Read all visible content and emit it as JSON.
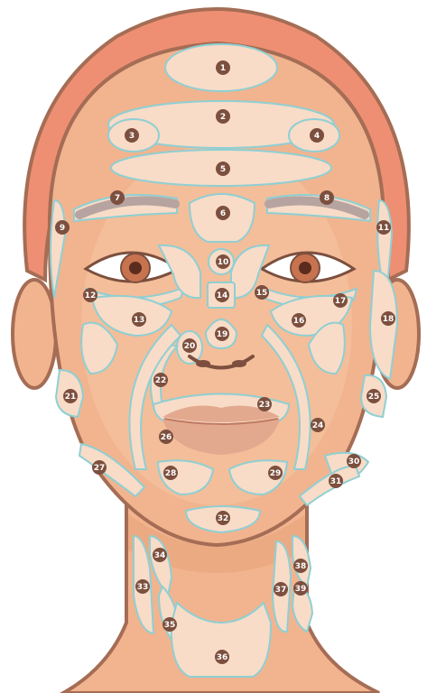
{
  "colors": {
    "skin": "#f1b48f",
    "skin_light": "#f6c9a6",
    "hair": "#ee8f73",
    "outline": "#a56d55",
    "zone_fill": "#f8dcc8",
    "zone_stroke": "#8fcfd3",
    "label_dot": "#7c4f3e",
    "iris": "#c8734f",
    "brow": "#b7a4a0",
    "lip": "#e3a98f"
  },
  "zones": [
    {
      "id": "zone-1",
      "label": "1"
    },
    {
      "id": "zone-2",
      "label": "2"
    },
    {
      "id": "zone-3",
      "label": "3"
    },
    {
      "id": "zone-4",
      "label": "4"
    },
    {
      "id": "zone-5",
      "label": "5"
    },
    {
      "id": "zone-6",
      "label": "6"
    },
    {
      "id": "zone-7",
      "label": "7"
    },
    {
      "id": "zone-8",
      "label": "8"
    },
    {
      "id": "zone-9",
      "label": "9"
    },
    {
      "id": "zone-10",
      "label": "10"
    },
    {
      "id": "zone-11",
      "label": "11"
    },
    {
      "id": "zone-12",
      "label": "12"
    },
    {
      "id": "zone-13",
      "label": "13"
    },
    {
      "id": "zone-14",
      "label": "14"
    },
    {
      "id": "zone-15",
      "label": "15"
    },
    {
      "id": "zone-16",
      "label": "16"
    },
    {
      "id": "zone-17",
      "label": "17"
    },
    {
      "id": "zone-18",
      "label": "18"
    },
    {
      "id": "zone-19",
      "label": "19"
    },
    {
      "id": "zone-20",
      "label": "20"
    },
    {
      "id": "zone-21",
      "label": "21"
    },
    {
      "id": "zone-22",
      "label": "22"
    },
    {
      "id": "zone-23",
      "label": "23"
    },
    {
      "id": "zone-24",
      "label": "24"
    },
    {
      "id": "zone-25",
      "label": "25"
    },
    {
      "id": "zone-26",
      "label": "26"
    },
    {
      "id": "zone-27",
      "label": "27"
    },
    {
      "id": "zone-28",
      "label": "28"
    },
    {
      "id": "zone-29",
      "label": "29"
    },
    {
      "id": "zone-30",
      "label": "30"
    },
    {
      "id": "zone-31",
      "label": "31"
    },
    {
      "id": "zone-32",
      "label": "32"
    },
    {
      "id": "zone-33",
      "label": "33"
    },
    {
      "id": "zone-34",
      "label": "34"
    },
    {
      "id": "zone-35",
      "label": "35"
    },
    {
      "id": "zone-36",
      "label": "36"
    },
    {
      "id": "zone-37",
      "label": "37"
    },
    {
      "id": "zone-38",
      "label": "38"
    },
    {
      "id": "zone-39",
      "label": "39"
    }
  ]
}
